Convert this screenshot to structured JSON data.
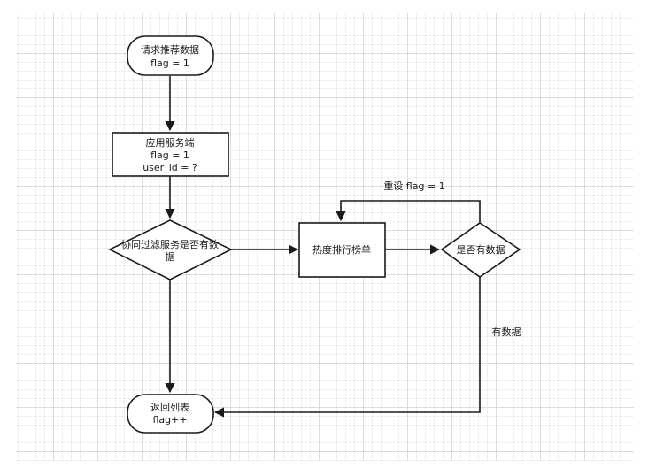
{
  "nodes": {
    "start": {
      "line1": "请求推荐数据",
      "line2": "flag = 1"
    },
    "app_service": {
      "line1": "应用服务端",
      "line2": "flag = 1",
      "line3": "user_id = ?"
    },
    "cf_decision": {
      "line1": "协同过滤服务是否有数",
      "line2": "据"
    },
    "hot_rank": {
      "label": "热度排行榜单"
    },
    "data_decision": {
      "label": "是否有数据"
    },
    "end": {
      "line1": "返回列表",
      "line2": "flag++"
    }
  },
  "edges": {
    "reset_flag": "重设 flag = 1",
    "has_data": "有数据"
  }
}
